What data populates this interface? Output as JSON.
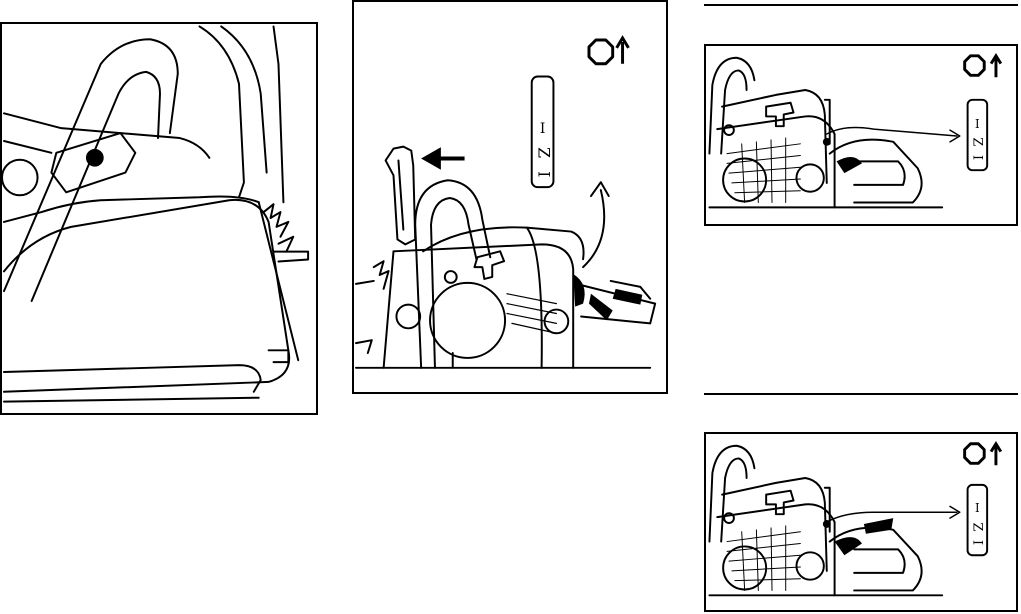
{
  "figure_left": {
    "title": ""
  },
  "figure_middle": {
    "switch_positions": [
      "I",
      "Z",
      "I"
    ]
  },
  "figure_right_top": {
    "switch_positions": [
      "I",
      "Z",
      "I"
    ]
  },
  "figure_right_bottom": {
    "switch_positions": [
      "I",
      "Z",
      "I"
    ]
  },
  "icons": {
    "stop_symbol": "octagon-stop-icon",
    "arrow_up": "arrow-up-icon",
    "arrow_left": "arrow-left-icon"
  },
  "colors": {
    "ink": "#000000",
    "paper": "#ffffff"
  }
}
